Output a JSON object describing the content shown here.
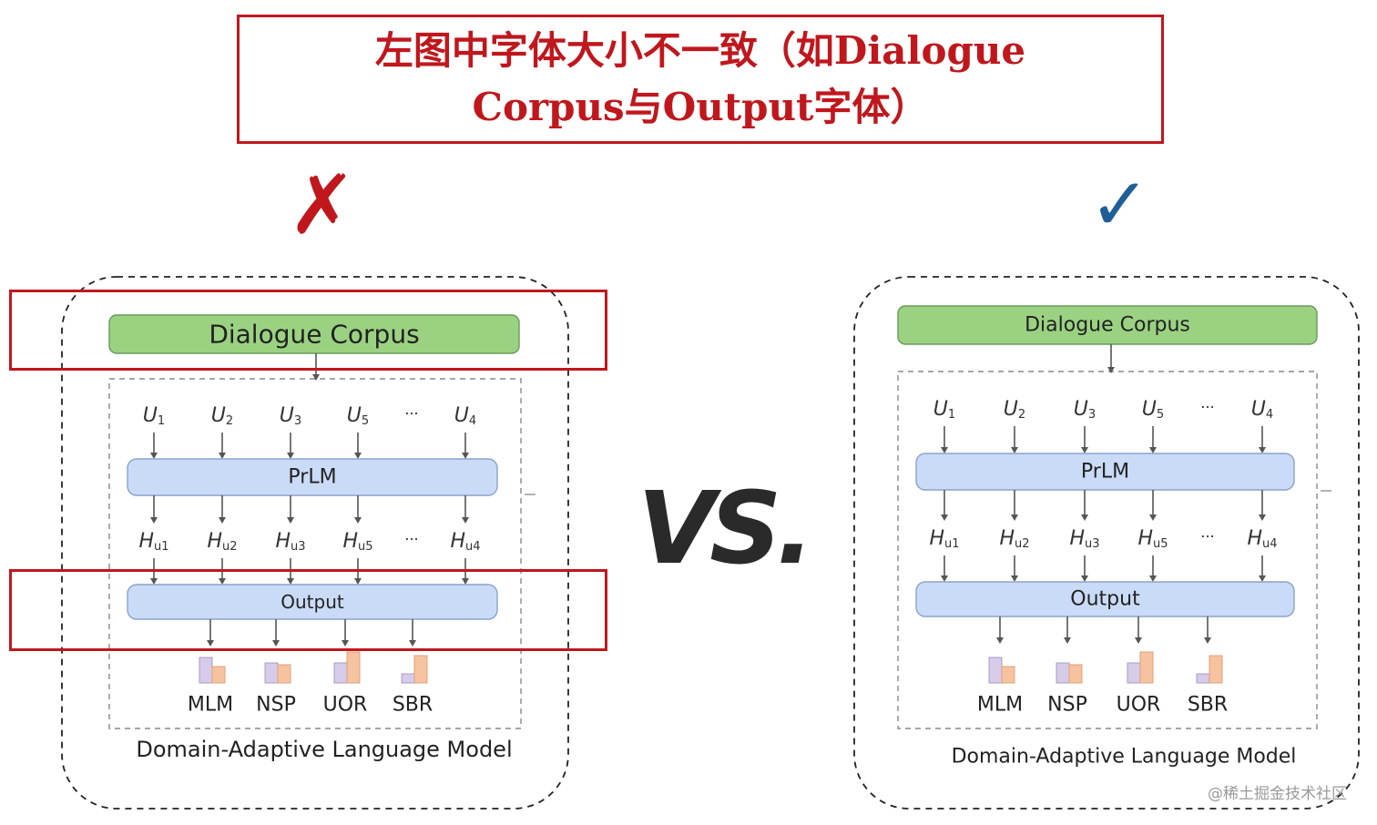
{
  "title": {
    "line1": "左图中字体大小不一致（如Dialogue",
    "line2": "Corpus与Output字体）"
  },
  "marks": {
    "wrong": "✗",
    "right": "✓"
  },
  "vs_label": "VS.",
  "diagram": {
    "corpus": "Dialogue Corpus",
    "inputs": [
      "U",
      "U",
      "U",
      "U",
      "U"
    ],
    "input_subs": [
      "1",
      "2",
      "3",
      "5",
      "4"
    ],
    "ellipsis": "···",
    "encoder": "PrLM",
    "hiddens": [
      "H",
      "H",
      "H",
      "H",
      "H"
    ],
    "hidden_subs": [
      "u1",
      "u2",
      "u3",
      "u5",
      "u4"
    ],
    "output": "Output",
    "tasks": [
      "MLM",
      "NSP",
      "UOR",
      "SBR"
    ],
    "caption": "Domain-Adaptive Language Model"
  },
  "watermark": "@稀土掘金技术社区",
  "colors": {
    "highlight_red": "#c0171d",
    "check_blue": "#1f5e96",
    "corpus_green": "#9bd282",
    "prlm_blue": "#c9dbf7",
    "token_green": "#d7ebcf",
    "bar_purple": "#d6cbe8",
    "bar_orange": "#f6c3a0"
  }
}
